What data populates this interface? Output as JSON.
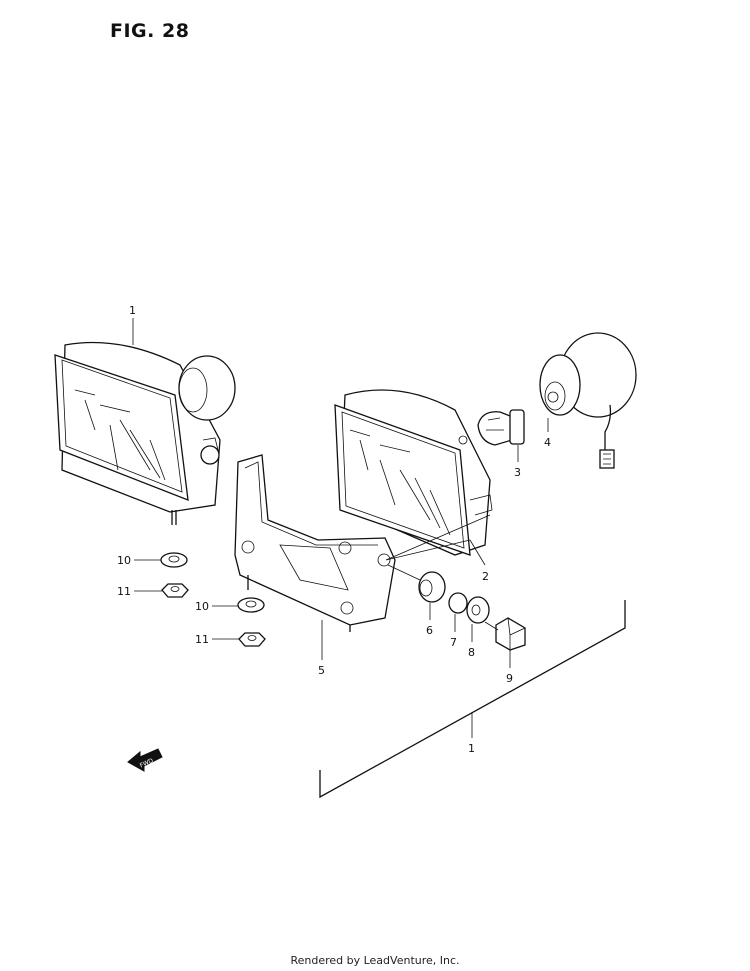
{
  "figure": {
    "title": "FIG. 28"
  },
  "callouts": {
    "headlight_left": "1",
    "headlight_right": "2",
    "bulb": "3",
    "socket": "4",
    "bracket": "5",
    "cushion": "6",
    "spacer": "7",
    "washer": "8",
    "bolt": "9",
    "washer_left": "10",
    "washer_center": "10",
    "nut_left": "11",
    "nut_center": "11",
    "assembly": "1"
  },
  "direction_arrow": {
    "label": "FWD"
  },
  "footer": {
    "text": "Rendered by LeadVenture, Inc."
  }
}
